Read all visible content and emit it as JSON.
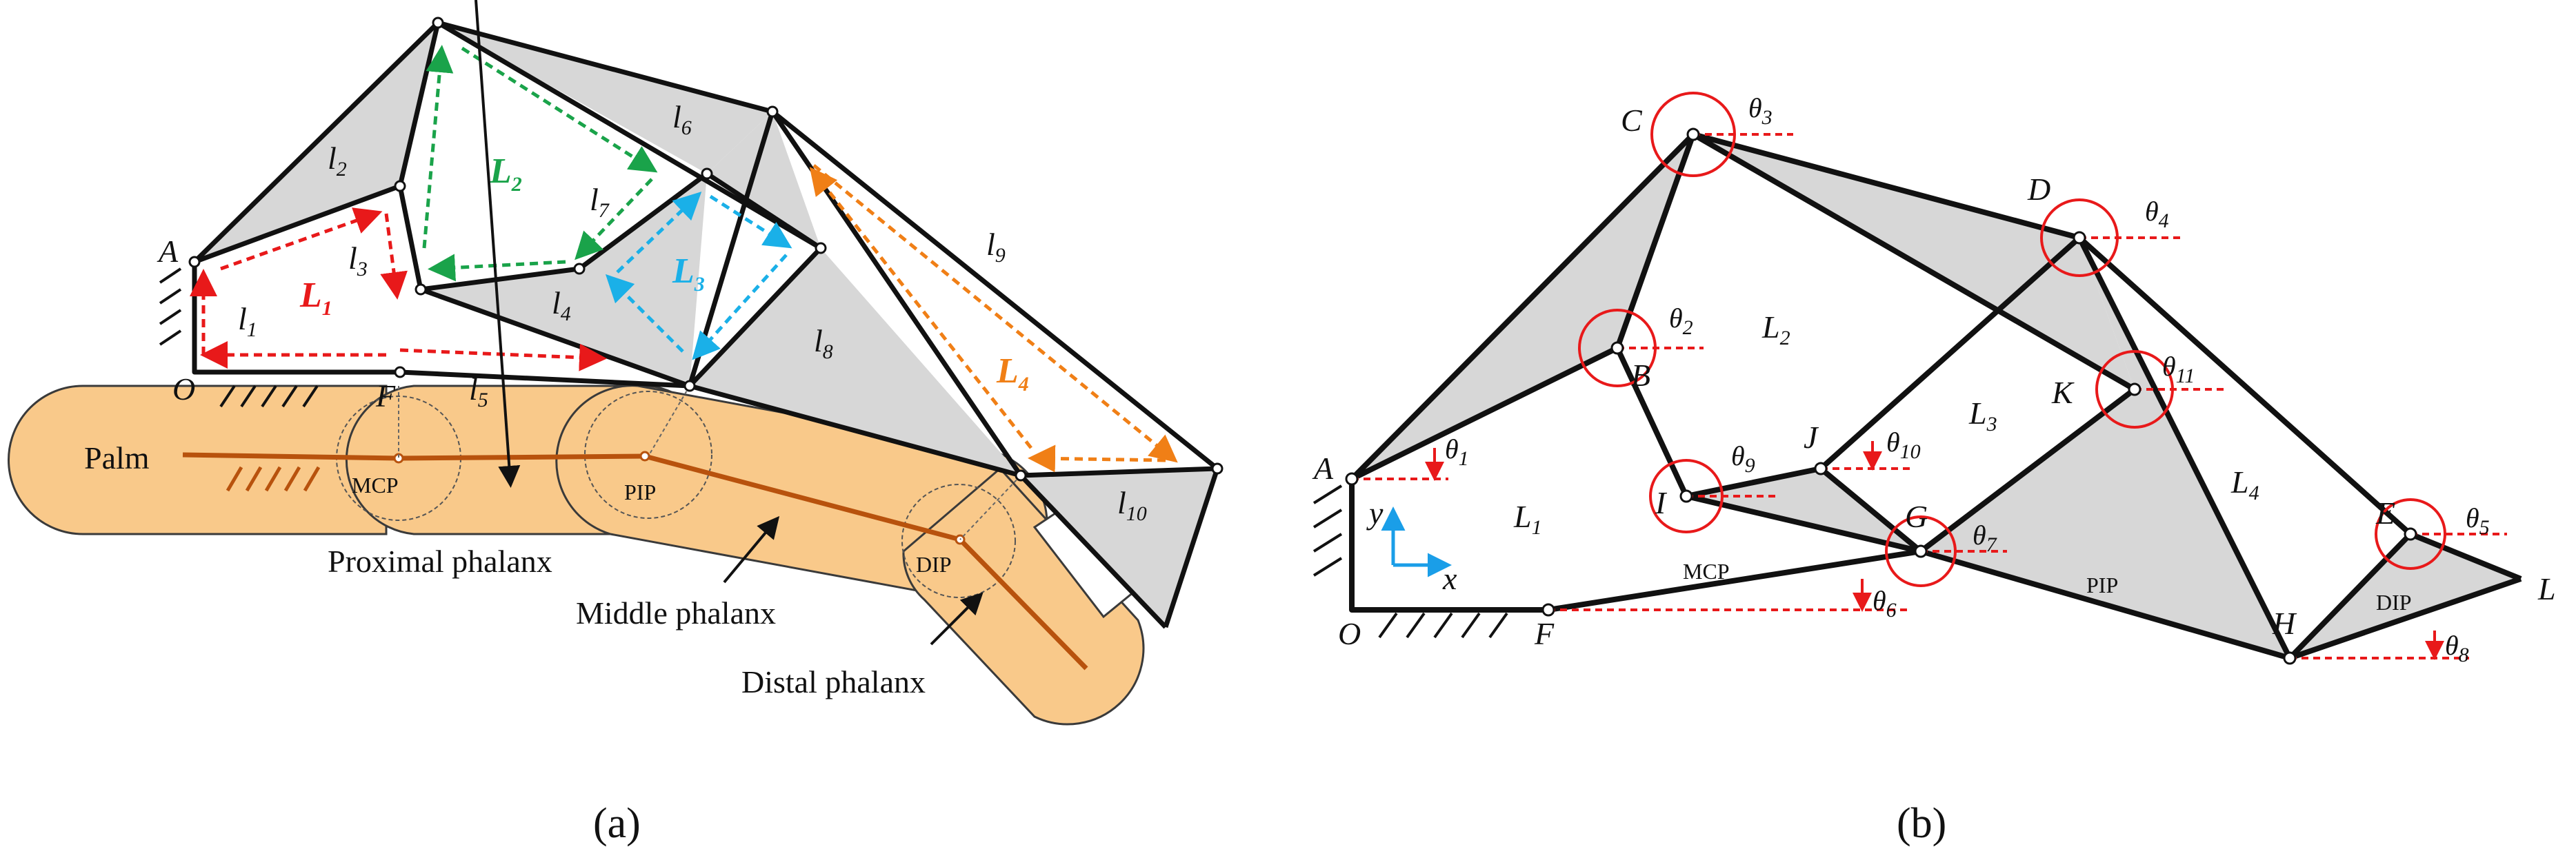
{
  "panel_a": {
    "caption": "(a)",
    "points": {
      "A": "A",
      "O": "O",
      "F": "F"
    },
    "links": {
      "l1": "l",
      "l2": "l",
      "l3": "l",
      "l4": "l",
      "l5": "l",
      "l6": "l",
      "l7": "l",
      "l8": "l",
      "l9": "l",
      "l10": "l"
    },
    "link_subs": {
      "l1": "1",
      "l2": "2",
      "l3": "3",
      "l4": "4",
      "l5": "5",
      "l6": "6",
      "l7": "7",
      "l8": "8",
      "l9": "9",
      "l10": "10"
    },
    "loops": [
      {
        "letter": "L",
        "sub": "1",
        "color": "#e8191a"
      },
      {
        "letter": "L",
        "sub": "2",
        "color": "#1aa34a"
      },
      {
        "letter": "L",
        "sub": "3",
        "color": "#1ab0e8"
      },
      {
        "letter": "L",
        "sub": "4",
        "color": "#f07f16"
      }
    ],
    "joints": {
      "mcp": "MCP",
      "pip": "PIP",
      "dip": "DIP"
    },
    "palm": "Palm",
    "phalanges": {
      "proximal": "Proximal phalanx",
      "middle": "Middle phalanx",
      "distal": "Distal phalanx"
    },
    "colors": {
      "finger_fill": "#f9c98a",
      "finger_stroke": "#3a3a3a",
      "bone": "#b8520d",
      "gray_fill": "#d7d7d7"
    }
  },
  "panel_b": {
    "caption": "(b)",
    "points": {
      "A": "A",
      "B": "B",
      "C": "C",
      "D": "D",
      "E": "E",
      "F": "F",
      "G": "G",
      "H": "H",
      "I": "I",
      "J": "J",
      "K": "K",
      "L": "L",
      "O": "O"
    },
    "angles": {
      "t1": "1",
      "t2": "2",
      "t3": "3",
      "t4": "4",
      "t5": "5",
      "t6": "6",
      "t7": "7",
      "t8": "8",
      "t9": "9",
      "t10": "10",
      "t11": "11"
    },
    "theta_symbol": "θ",
    "loops": [
      {
        "letter": "L",
        "sub": "1"
      },
      {
        "letter": "L",
        "sub": "2"
      },
      {
        "letter": "L",
        "sub": "3"
      },
      {
        "letter": "L",
        "sub": "4"
      }
    ],
    "joints": {
      "mcp": "MCP",
      "pip": "PIP",
      "dip": "DIP"
    },
    "axes": {
      "x": "x",
      "y": "y"
    },
    "colors": {
      "angle_red": "#e8191a",
      "axis_blue": "#1a9ee8",
      "gray_fill": "#d7d7d7"
    }
  }
}
